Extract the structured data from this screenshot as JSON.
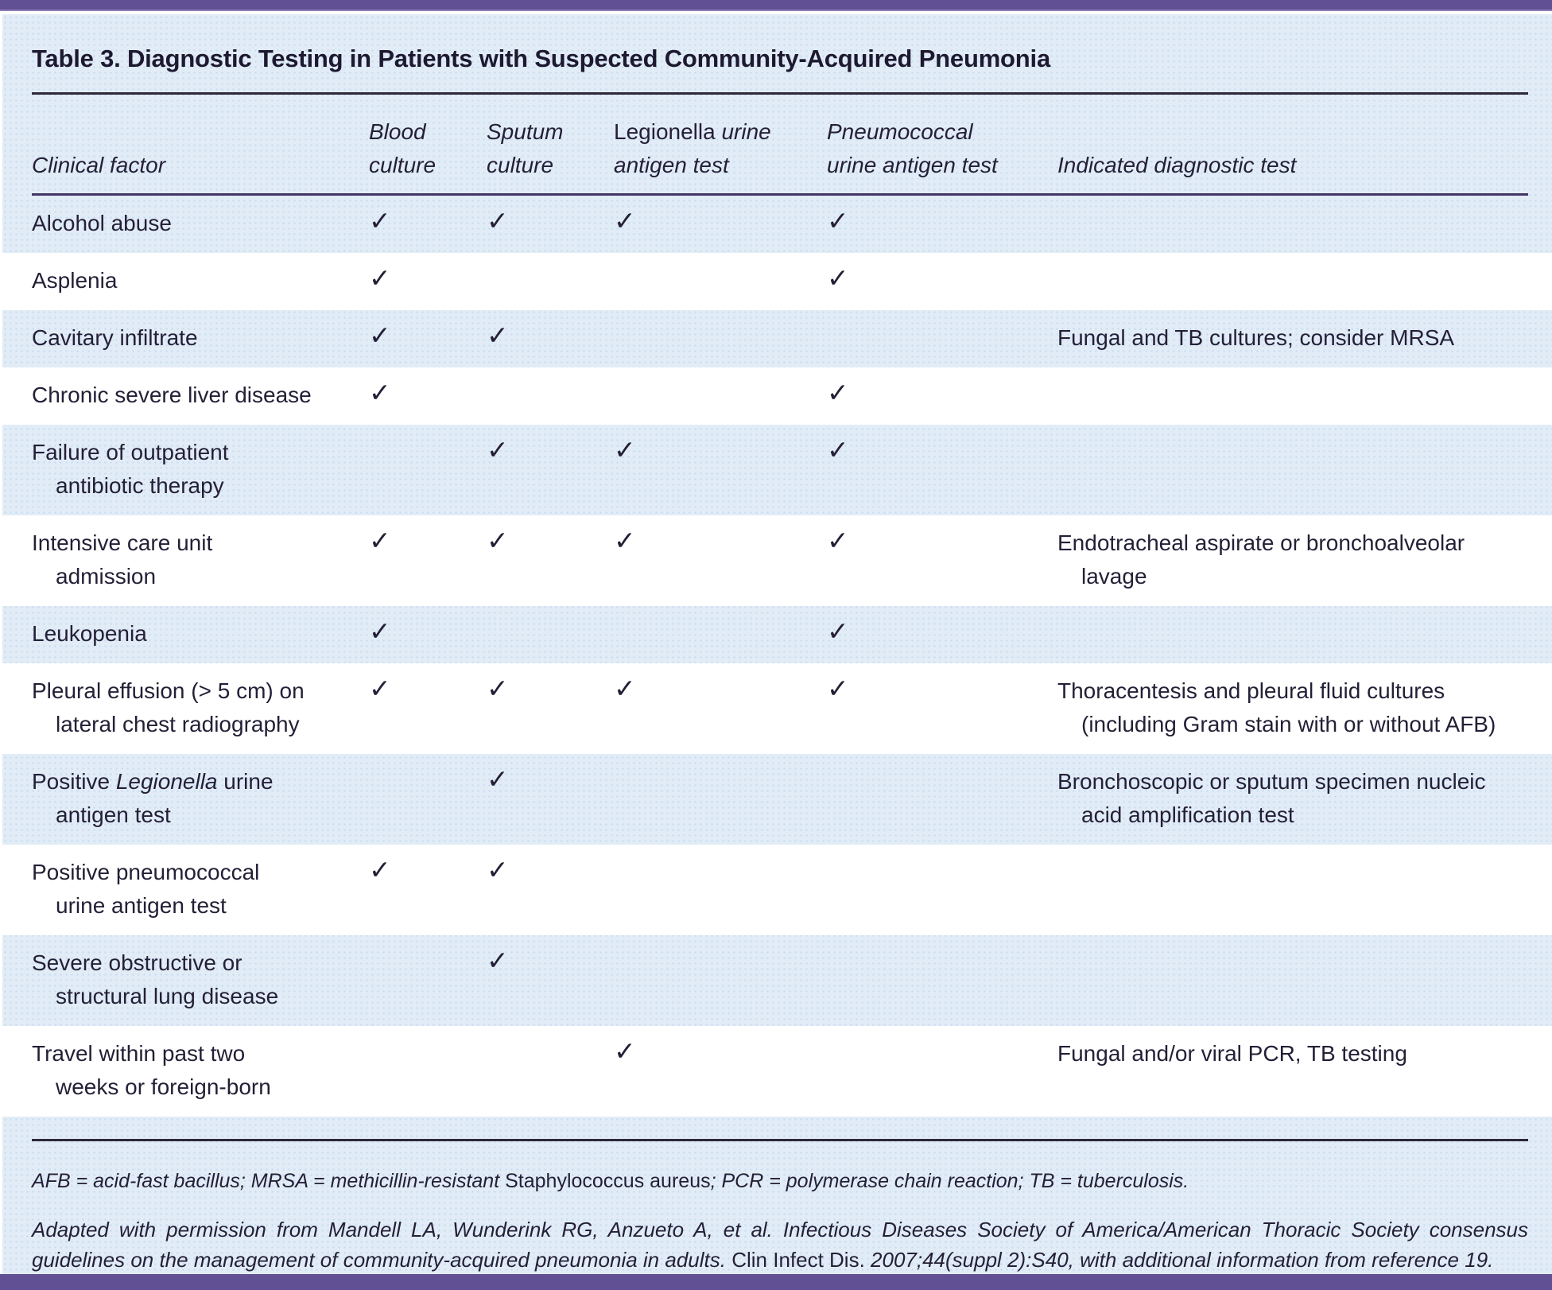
{
  "page": {
    "title": "Table 3. Diagnostic Testing in Patients with Suspected Community-Acquired Pneumonia"
  },
  "colors": {
    "accent_bar": "#615093",
    "panel_blue": "#e1ecf7",
    "panel_dot": "#c6daee",
    "stripe_white": "#ffffff",
    "text": "#241f36",
    "title_text": "#1d1930",
    "rule_dark": "#2d2939",
    "rule_purple": "#443465"
  },
  "table": {
    "check_glyph": "✓",
    "columns": {
      "factor": [
        {
          "text": "Clinical factor"
        }
      ],
      "blood": [
        {
          "text": "Blood\nculture"
        }
      ],
      "sputum": [
        {
          "text": "Sputum\nculture"
        }
      ],
      "legionella": [
        {
          "text": "Legionella",
          "style": "r"
        },
        {
          "text": " urine\nantigen test"
        }
      ],
      "pneumococcal": [
        {
          "text": "Pneumococcal\nurine antigen test"
        }
      ],
      "indicated": [
        {
          "text": "Indicated diagnostic test"
        }
      ]
    },
    "rows": [
      {
        "factor": [
          {
            "text": "Alcohol abuse"
          }
        ],
        "checks": [
          "blood",
          "sputum",
          "legionella",
          "pneumococcal"
        ],
        "indicated": []
      },
      {
        "factor": [
          {
            "text": "Asplenia"
          }
        ],
        "checks": [
          "blood",
          "pneumococcal"
        ],
        "indicated": []
      },
      {
        "factor": [
          {
            "text": "Cavitary infiltrate"
          }
        ],
        "checks": [
          "blood",
          "sputum"
        ],
        "indicated": [
          {
            "text": "Fungal and TB cultures; consider MRSA"
          }
        ]
      },
      {
        "factor": [
          {
            "text": "Chronic severe liver disease"
          }
        ],
        "checks": [
          "blood",
          "pneumococcal"
        ],
        "indicated": []
      },
      {
        "factor": [
          {
            "text": "Failure of outpatient\nantibiotic therapy"
          }
        ],
        "checks": [
          "sputum",
          "legionella",
          "pneumococcal"
        ],
        "indicated": []
      },
      {
        "factor": [
          {
            "text": "Intensive care unit\nadmission"
          }
        ],
        "checks": [
          "blood",
          "sputum",
          "legionella",
          "pneumococcal"
        ],
        "indicated": [
          {
            "text": "Endotracheal aspirate or bronchoalveolar\nlavage"
          }
        ]
      },
      {
        "factor": [
          {
            "text": "Leukopenia"
          }
        ],
        "checks": [
          "blood",
          "pneumococcal"
        ],
        "indicated": []
      },
      {
        "factor": [
          {
            "text": "Pleural effusion (> 5 cm) on\nlateral chest radiography"
          }
        ],
        "checks": [
          "blood",
          "sputum",
          "legionella",
          "pneumococcal"
        ],
        "indicated": [
          {
            "text": "Thoracentesis and pleural fluid cultures\n(including Gram stain with or without AFB)"
          }
        ]
      },
      {
        "factor": [
          {
            "text": "Positive "
          },
          {
            "text": "Legionella",
            "style": "i"
          },
          {
            "text": " urine\nantigen test"
          }
        ],
        "checks": [
          "sputum"
        ],
        "indicated": [
          {
            "text": "Bronchoscopic or sputum specimen nucleic\nacid amplification test"
          }
        ]
      },
      {
        "factor": [
          {
            "text": "Positive pneumococcal\nurine antigen test"
          }
        ],
        "checks": [
          "blood",
          "sputum"
        ],
        "indicated": []
      },
      {
        "factor": [
          {
            "text": "Severe obstructive or\nstructural lung disease"
          }
        ],
        "checks": [
          "sputum"
        ],
        "indicated": []
      },
      {
        "factor": [
          {
            "text": "Travel within past two\nweeks or foreign-born"
          }
        ],
        "checks": [
          "legionella"
        ],
        "indicated": [
          {
            "text": "Fungal and/or viral PCR, TB testing"
          }
        ]
      }
    ]
  },
  "footnotes": {
    "abbreviations": [
      {
        "text": "AFB = acid-fast bacillus; MRSA = methicillin-resistant "
      },
      {
        "text": "Staphylococcus aureus",
        "style": "r"
      },
      {
        "text": "; PCR = polymerase chain reaction; TB = tuberculosis."
      }
    ],
    "source": [
      {
        "text": "Adapted with permission from Mandell LA, Wunderink RG, Anzueto A, et al. Infectious Diseases Society of America/American Thoracic Society consensus guidelines on the management of community-acquired pneumonia in adults. "
      },
      {
        "text": "Clin Infect Dis.",
        "style": "r"
      },
      {
        "text": " 2007;44(suppl 2):S40, with additional information from reference 19."
      }
    ]
  }
}
